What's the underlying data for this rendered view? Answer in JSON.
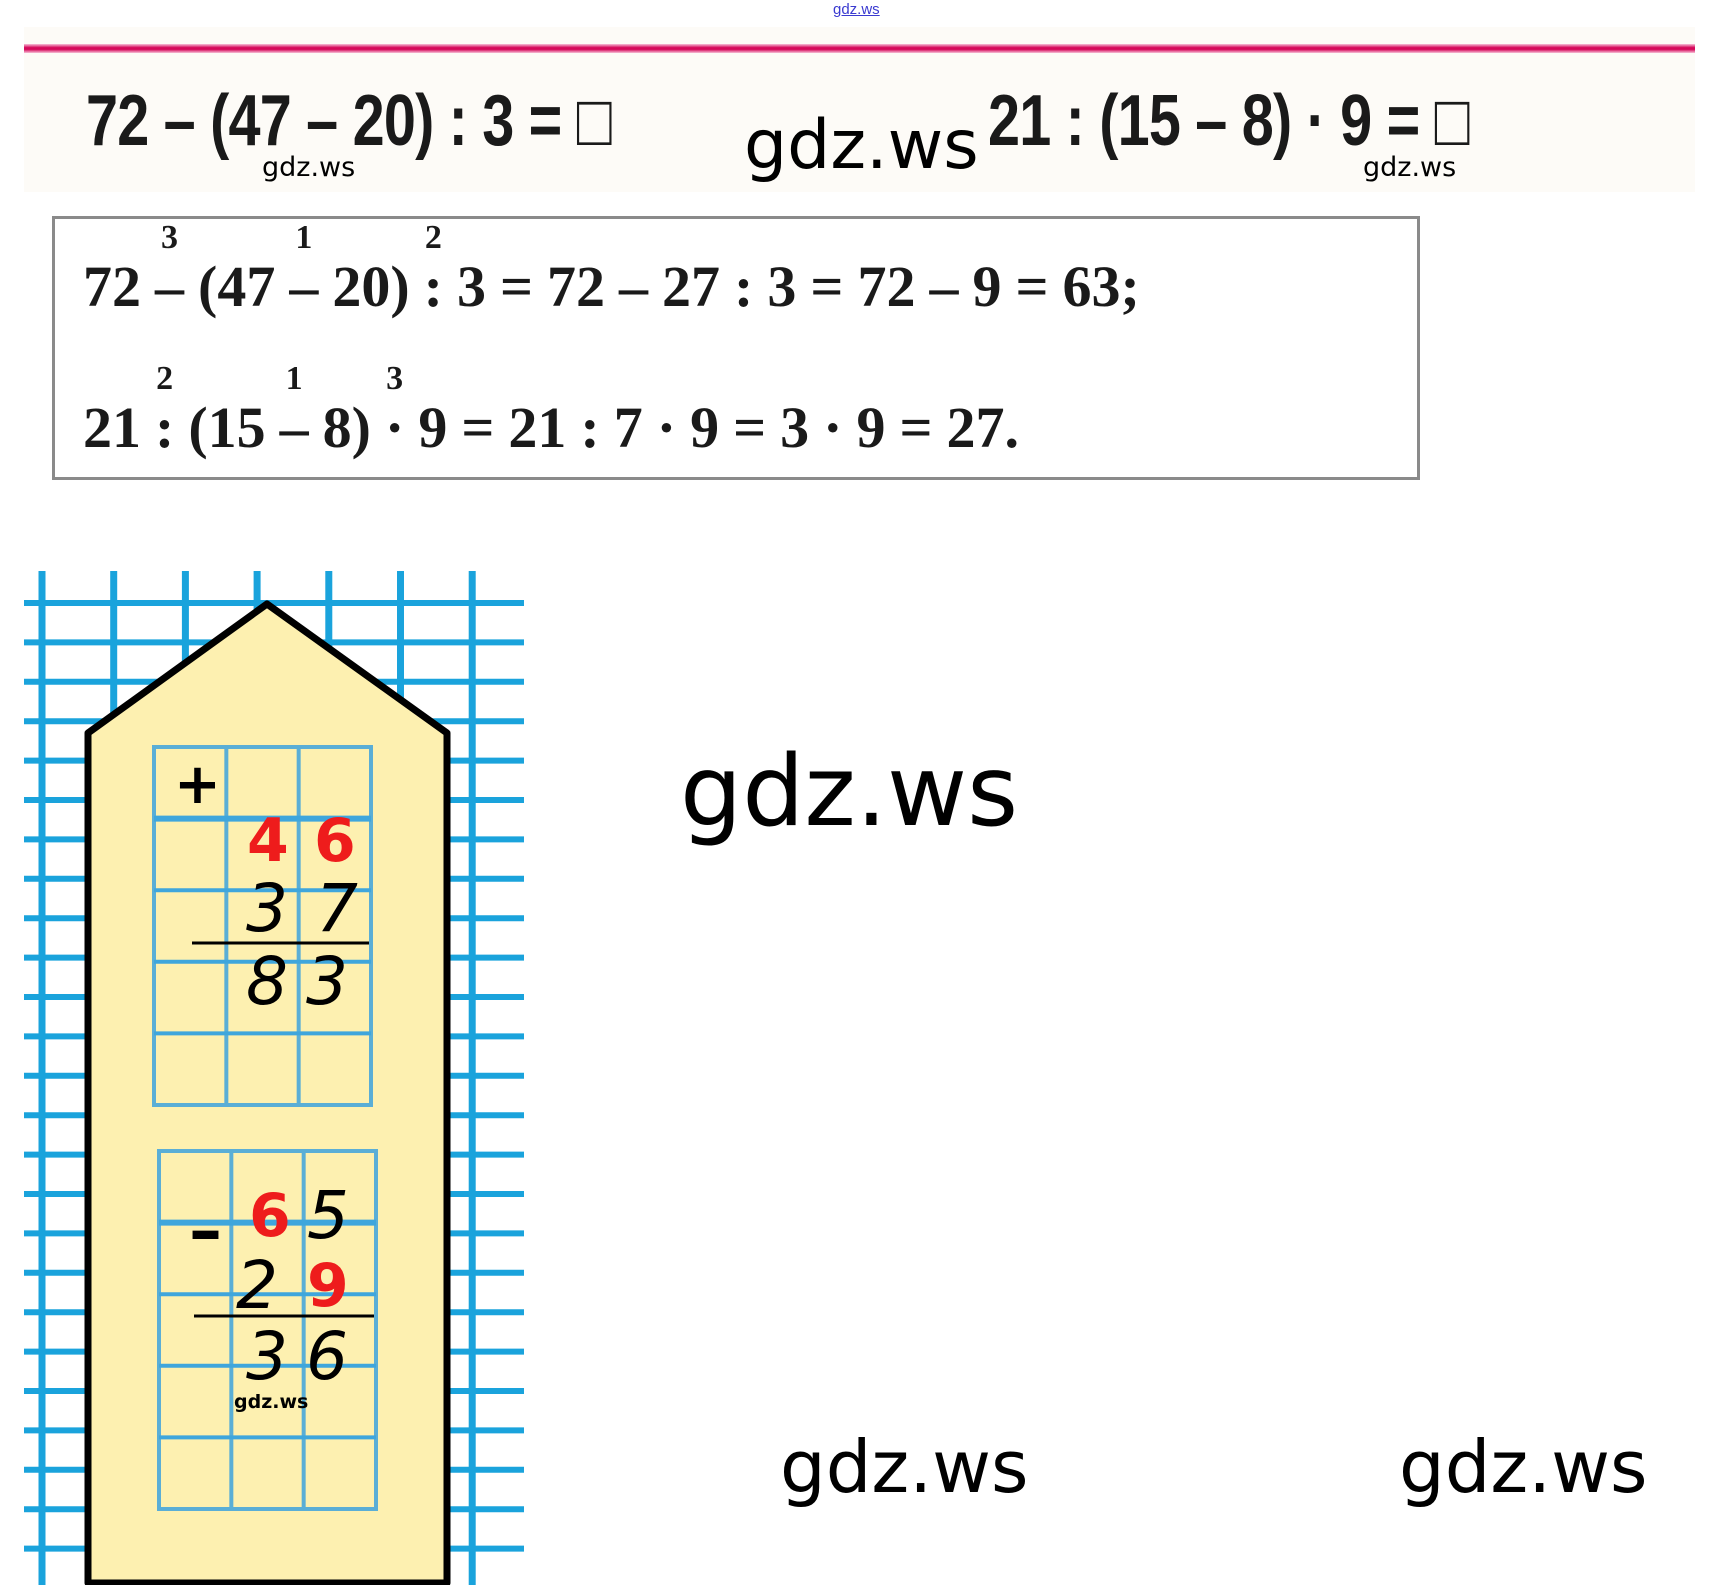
{
  "header": {
    "link_text": "gdz.ws"
  },
  "task": {
    "expr1": "72 – (47 – 20) : 3 = □",
    "expr2": "21 : (15 – 8) · 9 = □"
  },
  "watermarks": {
    "top_small_1": "gdz.ws",
    "top_big": "gdz.ws",
    "top_small_2": "gdz.ws",
    "middle": "gdz.ws",
    "bottom_1": "gdz.ws",
    "bottom_2": "gdz.ws",
    "column_small": "gdz.ws"
  },
  "solution": {
    "line1": [
      {
        "t": "72"
      },
      {
        "t": "–",
        "order": "3"
      },
      {
        "t": "(47"
      },
      {
        "t": "–",
        "order": "1"
      },
      {
        "t": "20)"
      },
      {
        "t": ":",
        "order": "2"
      },
      {
        "t": "3"
      },
      {
        "t": "="
      },
      {
        "t": "72"
      },
      {
        "t": "–"
      },
      {
        "t": "27"
      },
      {
        "t": ":"
      },
      {
        "t": "3"
      },
      {
        "t": "="
      },
      {
        "t": "72"
      },
      {
        "t": "–"
      },
      {
        "t": "9"
      },
      {
        "t": "="
      },
      {
        "t": "63;"
      }
    ],
    "line2": [
      {
        "t": "21"
      },
      {
        "t": ":",
        "order": "2"
      },
      {
        "t": "(15"
      },
      {
        "t": "–",
        "order": "1"
      },
      {
        "t": "8)"
      },
      {
        "t": "·",
        "order": "3"
      },
      {
        "t": "9"
      },
      {
        "t": "="
      },
      {
        "t": "21"
      },
      {
        "t": ":"
      },
      {
        "t": "7"
      },
      {
        "t": "·"
      },
      {
        "t": "9"
      },
      {
        "t": "="
      },
      {
        "t": "3"
      },
      {
        "t": "·"
      },
      {
        "t": "9"
      },
      {
        "t": "="
      },
      {
        "t": "27."
      }
    ]
  },
  "column_addition": {
    "sign": "+",
    "a": [
      "4",
      "6"
    ],
    "b": [
      "3",
      "7"
    ],
    "result": [
      "8",
      "3"
    ]
  },
  "column_subtraction": {
    "sign": "–",
    "a": [
      "6",
      "5"
    ],
    "b": [
      "2",
      "9"
    ],
    "result": [
      "3",
      "6"
    ]
  },
  "colors": {
    "pink_rule": "#d5085a",
    "grid_blue": "#1aa3dc",
    "house_fill": "#fdf0b0",
    "red_digit": "#ee1c1c"
  }
}
